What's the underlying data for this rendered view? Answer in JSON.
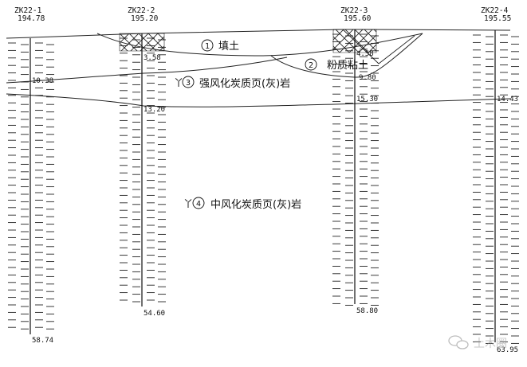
{
  "boreholes": [
    {
      "id": "ZK22-1",
      "elevation": "194.78",
      "depth_labels": [
        "10.38"
      ],
      "bottom_label": "58.74"
    },
    {
      "id": "ZK22-2",
      "elevation": "195.20",
      "depth_labels": [
        "3.58",
        "13.20"
      ],
      "bottom_label": "54.60"
    },
    {
      "id": "ZK22-3",
      "elevation": "195.60",
      "depth_labels": [
        "4.58",
        "9.80",
        "15.30"
      ],
      "bottom_label": "58.80"
    },
    {
      "id": "ZK22-4",
      "elevation": "195.55",
      "depth_labels": [
        "14.43"
      ],
      "bottom_label": "63.95"
    }
  ],
  "layers": [
    {
      "number": "①",
      "name": "填土"
    },
    {
      "number": "②",
      "name": "粉质粘土"
    },
    {
      "prefix": "丫",
      "number": "③",
      "name": "强风化炭质页(灰)岩"
    },
    {
      "prefix": "丫",
      "number": "④",
      "name": "中风化炭质页(灰)岩"
    }
  ],
  "watermark": {
    "text": "土木圈",
    "icon": "wechat-icon"
  }
}
